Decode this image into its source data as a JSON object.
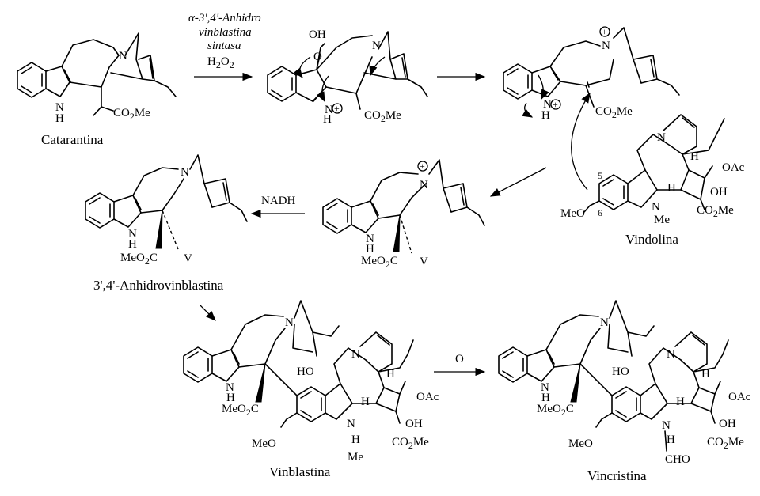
{
  "figure": {
    "enzyme_line1": "α-3',4'-Anhidro",
    "enzyme_line2": "vinblastina",
    "enzyme_line3": "sintasa",
    "oxidant": "H2O2",
    "cofactor": "NADH",
    "oxidation": "O"
  },
  "compounds": {
    "catarantina": "Catarantina",
    "vindolina": "Vindolina",
    "anhidrovinblastina": "3',4'-Anhidrovinblastina",
    "vinblastina": "Vinblastina",
    "vincristina": "Vincristina"
  },
  "atoms": {
    "N": "N",
    "H": "H",
    "NH": "NH",
    "OH": "OH",
    "OAc": "OAc",
    "Me": "Me",
    "CO2Me": "CO2Me",
    "MeO2C": "MeO2C",
    "MeO": "MeO",
    "HO": "HO",
    "CHO": "CHO",
    "V": "V",
    "O": "O",
    "pos5": "5",
    "pos6": "6",
    "plus": "+"
  }
}
